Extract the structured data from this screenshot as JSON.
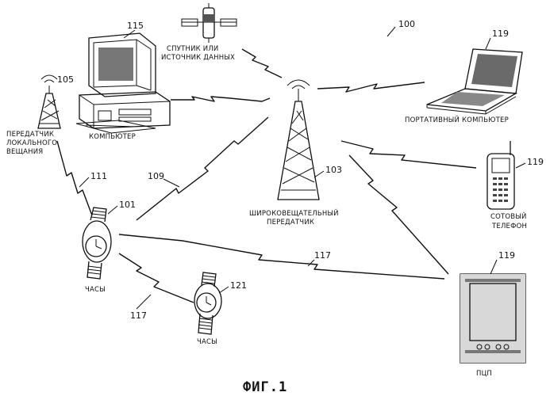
{
  "figure_number": "100",
  "caption": "ФИГ.1",
  "devices": {
    "satellite": {
      "label_line1": "СПУТНИК ИЛИ",
      "label_line2": "ИСТОЧНИК ДАННЫХ"
    },
    "computer": {
      "ref": "115",
      "label": "КОМПЬЮТЕР"
    },
    "local_transmitter": {
      "ref": "105",
      "label_line1": "ПЕРЕДАТЧИК",
      "label_line2": "ЛОКАЛЬНОГО",
      "label_line3": "ВЕЩАНИЯ"
    },
    "broadcast_transmitter": {
      "ref": "103",
      "label_line1": "ШИРОКОВЕЩАТЕЛЬНЫЙ",
      "label_line2": "ПЕРЕДАТЧИК"
    },
    "laptop": {
      "ref": "119",
      "label": "ПОРТАТИВНЫЙ КОМПЬЮТЕР"
    },
    "cell_phone": {
      "ref": "119",
      "label_line1": "СОТОВЫЙ",
      "label_line2": "ТЕЛЕФОН"
    },
    "watch_main": {
      "ref": "101",
      "label": "ЧАСЫ"
    },
    "watch_second": {
      "ref": "121",
      "label": "ЧАСЫ"
    },
    "pda": {
      "ref": "119",
      "label": "ПЦП"
    }
  },
  "links": {
    "local_to_watch": "111",
    "broadcast_to_watch": "109",
    "watch_to_pda": "117",
    "watch_to_watch": "117"
  }
}
